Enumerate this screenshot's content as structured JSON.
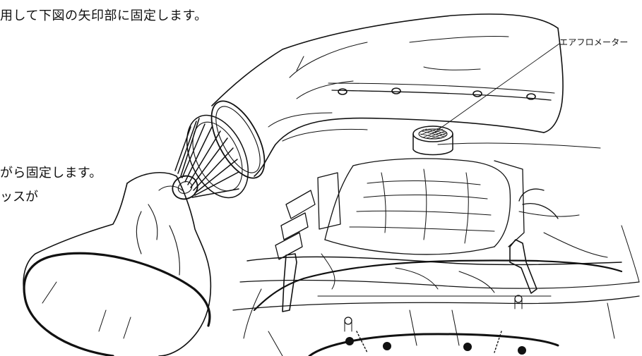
{
  "instructions": {
    "top": "用して下図の矢印部に固定します。",
    "middle_line1": "がら固定します。",
    "middle_line2": "ッスが"
  },
  "labels": {
    "airflow_meter": "エアフロメーター"
  },
  "colors": {
    "line": "#111111",
    "background": "#ffffff"
  }
}
